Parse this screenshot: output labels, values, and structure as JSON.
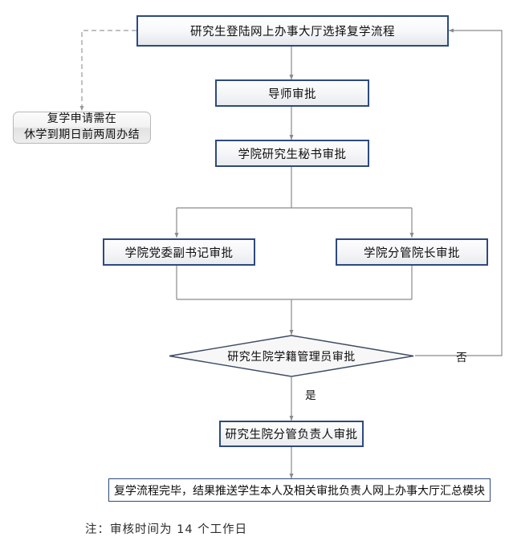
{
  "diagram": {
    "type": "flowchart",
    "title_text_present": false,
    "background_color": "#ffffff",
    "node_border_color": "#2e4a7d",
    "connector_color": "#8a8a8a",
    "note_border_color": "#b8b8b8",
    "nodes": [
      {
        "id": "start",
        "shape": "process",
        "label": "研究生登陆网上办事大厅选择复学流程"
      },
      {
        "id": "advisor",
        "shape": "process",
        "label": "导师审批"
      },
      {
        "id": "secretary",
        "shape": "process",
        "label": "学院研究生秘书审批"
      },
      {
        "id": "party-secretary",
        "shape": "process",
        "label": "学院党委副书记审批"
      },
      {
        "id": "vice-dean",
        "shape": "process",
        "label": "学院分管院长审批"
      },
      {
        "id": "registrar",
        "shape": "decision",
        "label": "研究生院学籍管理员审批"
      },
      {
        "id": "grad-school-lead",
        "shape": "process",
        "label": "研究生院分管负责人审批"
      },
      {
        "id": "finish",
        "shape": "process",
        "label": "复学流程完毕，结果推送学生本人及相关审批负责人网上办事大厅汇总模块"
      }
    ],
    "note": {
      "id": "deadline-note",
      "line1": "复学申请需在",
      "line2": "休学到期日前两周办结"
    },
    "edge_labels": {
      "no": "否",
      "yes": "是"
    },
    "footnote": "注：审核时间为 14 个工作日"
  }
}
